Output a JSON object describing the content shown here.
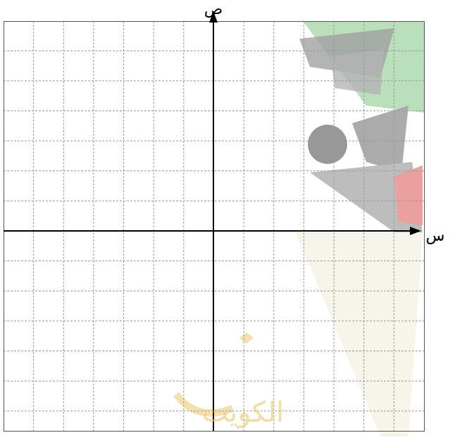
{
  "diagram": {
    "labels": [
      "ص",
      "س",
      "الكويت"
    ]
  }
}
